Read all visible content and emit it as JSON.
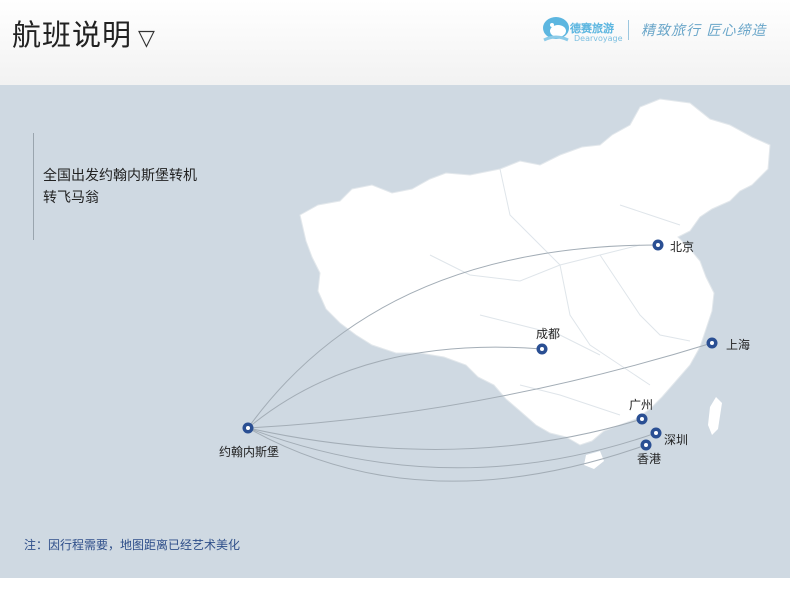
{
  "header": {
    "title": "航班说明",
    "title_arrow": "▽",
    "brand_name": "德赛旅游",
    "brand_sub": "Dearvoyage",
    "slogan": "精致旅行 匠心缔造"
  },
  "info": {
    "line1": "全国出发约翰内斯堡转机",
    "line2": "转飞马翁"
  },
  "cities": {
    "beijing": "北京",
    "chengdu": "成都",
    "shanghai": "上海",
    "guangzhou": "广州",
    "shenzhen": "深圳",
    "hongkong": "香港",
    "johannesburg": "约翰内斯堡"
  },
  "note": "注：因行程需要，地图距离已经艺术美化",
  "colors": {
    "map_bg": "#cfd9e2",
    "land": "#ffffff",
    "route": "#a3adb6",
    "marker": "#2a4f93"
  }
}
